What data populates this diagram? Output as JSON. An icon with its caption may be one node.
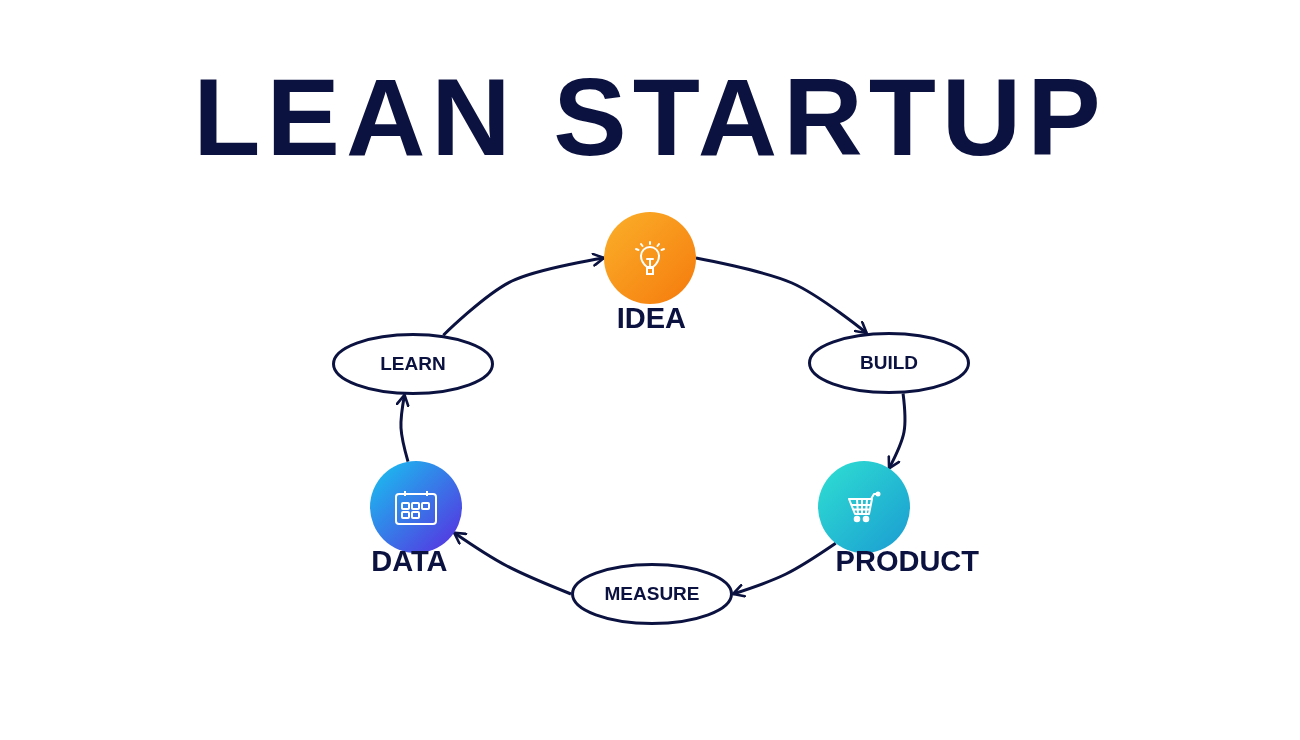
{
  "diagram": {
    "title": "LEAN STARTUP",
    "nodes": [
      {
        "text": [
          "IDEA"
        ]
      },
      {
        "text": [
          "BUILD"
        ]
      },
      {
        "text": [
          "PRODUCT"
        ]
      },
      {
        "text": [
          "MEASURE"
        ]
      },
      {
        "text": [
          "DATA"
        ]
      },
      {
        "text": [
          "LEARN"
        ]
      }
    ],
    "edges": [
      {
        "from": 0,
        "to": 1,
        "arrow": "to"
      },
      {
        "from": 1,
        "to": 2,
        "arrow": "to"
      },
      {
        "from": 2,
        "to": 3,
        "arrow": "to"
      },
      {
        "from": 3,
        "to": 4,
        "arrow": "to"
      },
      {
        "from": 4,
        "to": 5,
        "arrow": "to"
      },
      {
        "from": 5,
        "to": 0,
        "arrow": "to"
      }
    ]
  }
}
